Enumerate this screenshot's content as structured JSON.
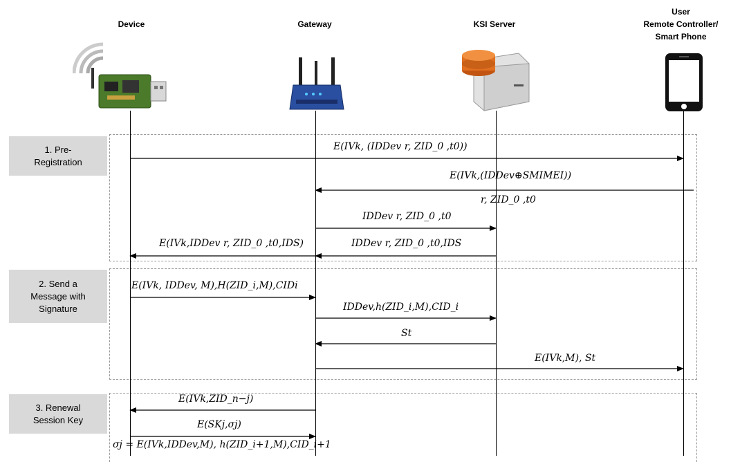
{
  "actors": {
    "device": "Device",
    "gateway": "Gateway",
    "ksi": "KSI Server",
    "user_line1": "User",
    "user_line2": "Remote Controller/",
    "user_line3": "Smart Phone"
  },
  "phases": {
    "p1_line1": "1.   Pre-",
    "p1_line2": "Registration",
    "p2_line1": "2. Send a",
    "p2_line2": "Message with",
    "p2_line3": "Signature",
    "p3_line1": "3. Renewal",
    "p3_line2": "Session Key"
  },
  "messages": {
    "m1": "E(IVk, (IDDev r, ZID_0 ,t0))",
    "m2": "E(IVk,(IDDev⊕SMIMEI))",
    "m3": "r, ZID_0 ,t0",
    "m4": "IDDev r, ZID_0 ,t0",
    "m5": "E(IVk,IDDev r, ZID_0 ,t0,IDS)",
    "m6": "IDDev r, ZID_0 ,t0,IDS",
    "m7": "E(IVk, IDDev, M),H(ZID_i,M),CIDi",
    "m8": "IDDev,h(ZID_i,M),CID_i",
    "m9": "St",
    "m10": "E(IVk,M), St",
    "m11": "E(IVk,ZID_n−j)",
    "m12": "E(SKj,σj)",
    "m13": "σj = E(IVk,IDDev,M), h(ZID_i+1,M),CID_i+1"
  }
}
